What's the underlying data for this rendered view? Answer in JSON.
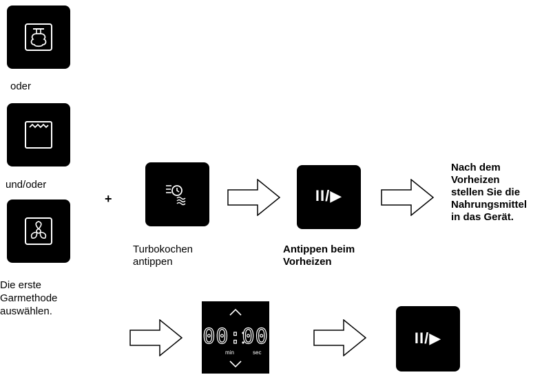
{
  "methods": {
    "top_heat": "oder",
    "bottom_heat": "und/oder",
    "fan": "",
    "caption": [
      "Die erste",
      "Garmethode",
      "auswählen."
    ]
  },
  "plus": "+",
  "turbo": {
    "caption": [
      "Turbokochen",
      "antippen"
    ]
  },
  "play_pause": {
    "symbol": "II/▶",
    "caption": [
      "Antippen beim",
      "Vorheizen"
    ]
  },
  "after": {
    "caption": [
      "Nach dem",
      "Vorheizen",
      "stellen Sie die",
      "Nahrungsmittel",
      "in das Gerät."
    ]
  },
  "timer": {
    "digits": "00:00",
    "min_label": "min",
    "sec_label": "sec"
  },
  "play_pause_2": {
    "symbol": "II/▶"
  }
}
